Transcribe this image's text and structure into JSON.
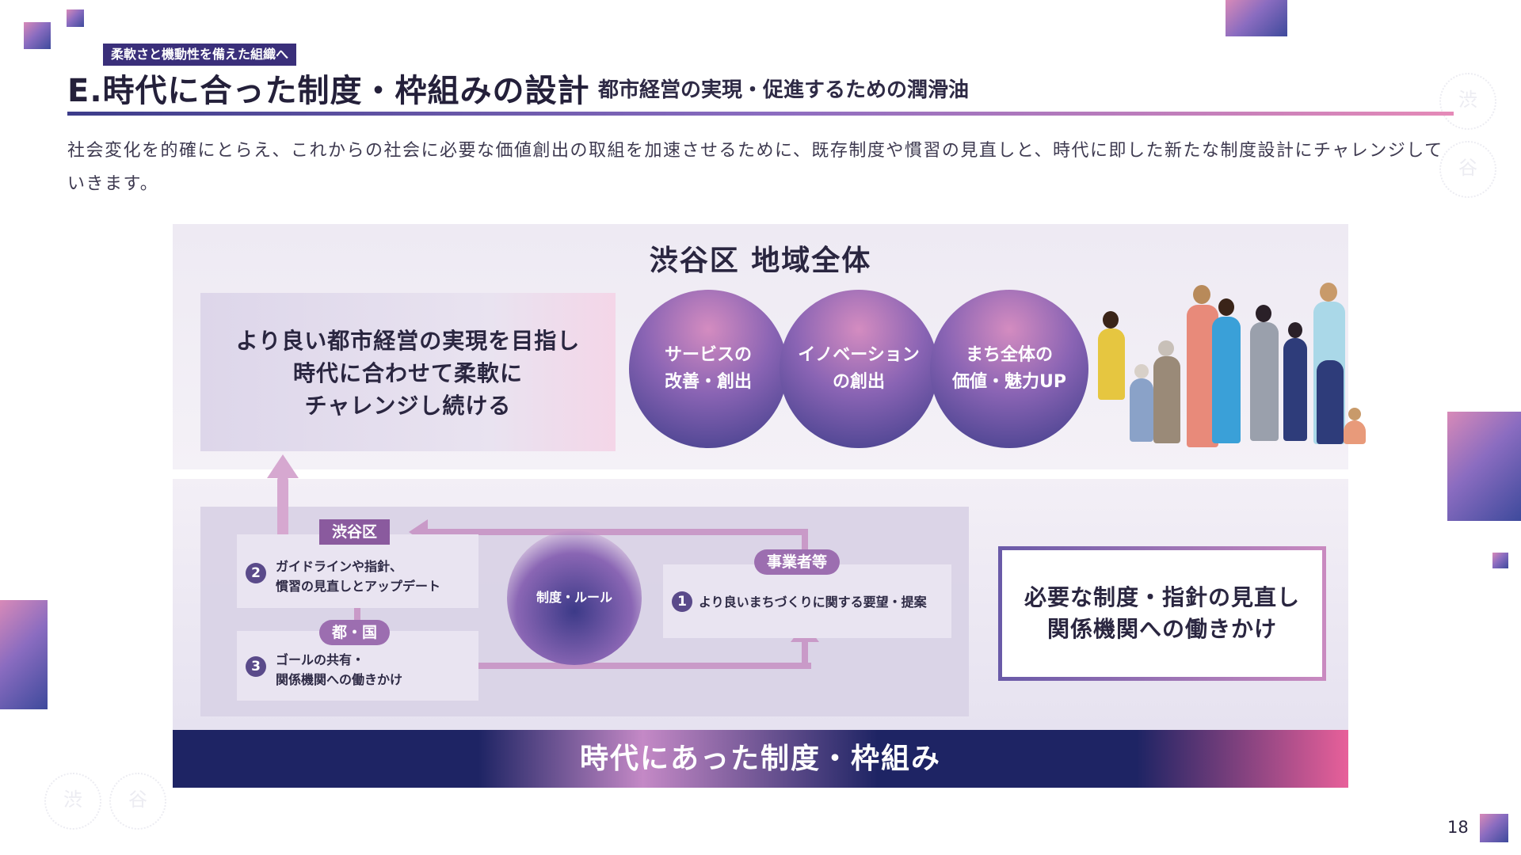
{
  "header": {
    "tag": "柔軟さと機動性を備えた組織へ",
    "title": "E.時代に合った制度・枠組みの設計",
    "subtitle": "都市経営の実現・促進するための潤滑油"
  },
  "intro": "社会変化を的確にとらえ、これからの社会に必要な価値創出の取組を加速させるために、既存制度や慣習の見直しと、時代に即した新たな制度設計にチャレンジしていきます。",
  "diagram": {
    "region_title": "渋谷区 地域全体",
    "goal_lines": [
      "より良い都市経営の実現を目指し",
      "時代に合わせて柔軟に",
      "チャレンジし続ける"
    ],
    "circles": [
      {
        "line1": "サービスの",
        "line2": "改善・創出"
      },
      {
        "line1": "イノベーション",
        "line2": "の創出"
      },
      {
        "line1": "まち全体の",
        "line2": "価値・魅力UP"
      }
    ],
    "actors": {
      "ward": "渋谷区",
      "business": "事業者等",
      "govt": "都・国"
    },
    "steps": [
      {
        "num": "1",
        "text": "より良いまちづくりに関する要望・提案"
      },
      {
        "num": "2",
        "line1": "ガイドラインや指針、",
        "line2": "慣習の見直しとアップデート"
      },
      {
        "num": "3",
        "line1": "ゴールの共有・",
        "line2": "関係機関への働きかけ"
      }
    ],
    "center_label": "制度・ルール",
    "need_lines": [
      "必要な制度・指針の見直し",
      "関係機関への働きかけ"
    ],
    "footer": "時代にあった制度・枠組み"
  },
  "watermarks": [
    "渋",
    "谷"
  ],
  "page_number": "18",
  "colors": {
    "accent_dark": "#1e2464",
    "accent_purple": "#8a6cc0",
    "accent_pink": "#e8609a"
  }
}
